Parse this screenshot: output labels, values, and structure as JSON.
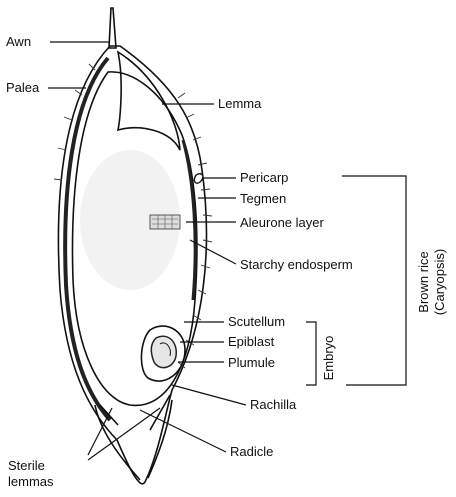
{
  "labels": {
    "awn": "Awn",
    "paleа": "Palea",
    "lemma": "Lemma",
    "pericarp": "Pericarp",
    "tegmen": "Tegmen",
    "aleurone": "Aleurone layer",
    "starchy": "Starchy endosperm",
    "scutellum": "Scutellum",
    "epiblast": "Epiblast",
    "plumule": "Plumule",
    "rachilla": "Rachilla",
    "radicle": "Radicle",
    "sterile_line1": "Sterile",
    "sterile_line2": "lemmas",
    "embryo": "Embryo",
    "brown_rice_line1": "Brown rice",
    "brown_rice_line2": "(Caryopsis)"
  }
}
